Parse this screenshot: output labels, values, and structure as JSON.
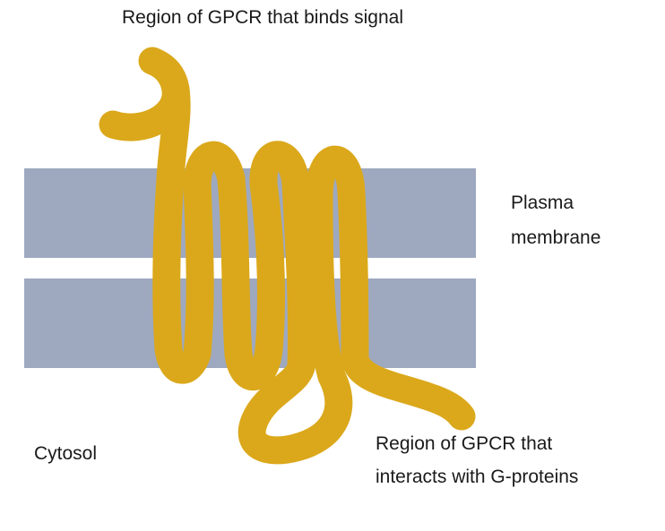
{
  "labels": {
    "binding_region": "Region of GPCR that binds signal",
    "membrane_line1": "Plasma",
    "membrane_line2": "membrane",
    "cytosol": "Cytosol",
    "gprotein_line1": "Region of GPCR that",
    "gprotein_line2": "interacts with G-proteins"
  },
  "colors": {
    "membrane": "#9ea9c0",
    "receptor": "#dba81b",
    "background": "#ffffff",
    "text": "#1a1a1a"
  },
  "structure": {
    "membrane_layers": 2,
    "transmembrane_passes": 7
  }
}
